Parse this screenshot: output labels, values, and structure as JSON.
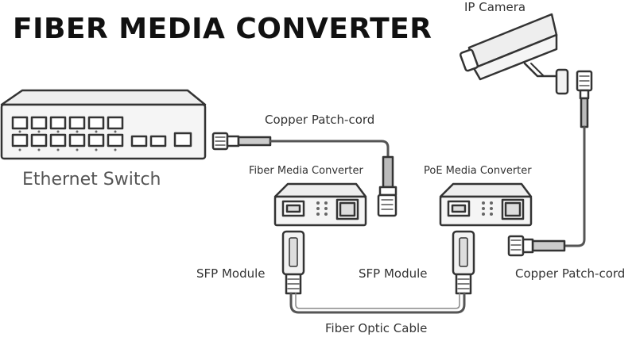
{
  "title": "FIBER MEDIA CONVERTER",
  "labels": {
    "ip_camera": "IP Camera",
    "copper_patch_cord_top": "Copper Patch-cord",
    "ethernet_switch": "Ethernet Switch",
    "fiber_media_converter": "Fiber Media Converter",
    "poe_media_converter": "PoE Media Converter",
    "sfp_module_left": "SFP Module",
    "sfp_module_right": "SFP Module",
    "copper_patch_cord_bottom": "Copper Patch-cord",
    "fiber_optic_cable": "Fiber Optic Cable"
  },
  "colors": {
    "stroke": "#333333",
    "cable": "#555555",
    "fill_light": "#f2f2f2",
    "fill_mid": "#dddddd"
  }
}
